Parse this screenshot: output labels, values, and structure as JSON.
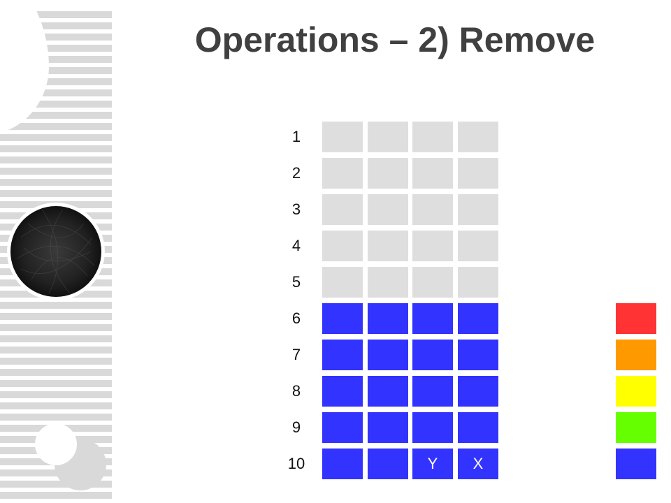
{
  "slide": {
    "title": "Operations – 2) Remove"
  },
  "colors": {
    "empty": "#dedede",
    "filled": "#3333ff",
    "stripe": "#d9d9d9",
    "title": "#404040"
  },
  "grid": {
    "rows": [
      {
        "label": "1",
        "state": "empty",
        "cells": [
          "",
          "",
          "",
          ""
        ]
      },
      {
        "label": "2",
        "state": "empty",
        "cells": [
          "",
          "",
          "",
          ""
        ]
      },
      {
        "label": "3",
        "state": "empty",
        "cells": [
          "",
          "",
          "",
          ""
        ]
      },
      {
        "label": "4",
        "state": "empty",
        "cells": [
          "",
          "",
          "",
          ""
        ]
      },
      {
        "label": "5",
        "state": "empty",
        "cells": [
          "",
          "",
          "",
          ""
        ]
      },
      {
        "label": "6",
        "state": "filled",
        "cells": [
          "",
          "",
          "",
          ""
        ]
      },
      {
        "label": "7",
        "state": "filled",
        "cells": [
          "",
          "",
          "",
          ""
        ]
      },
      {
        "label": "8",
        "state": "filled",
        "cells": [
          "",
          "",
          "",
          ""
        ]
      },
      {
        "label": "9",
        "state": "filled",
        "cells": [
          "",
          "",
          "",
          ""
        ]
      },
      {
        "label": "10",
        "state": "filled",
        "cells": [
          "",
          "",
          "Y",
          "X"
        ]
      }
    ]
  },
  "legend": {
    "swatches": [
      {
        "name": "red",
        "color": "#ff3333"
      },
      {
        "name": "orange",
        "color": "#ff9900"
      },
      {
        "name": "yellow",
        "color": "#ffff00"
      },
      {
        "name": "green",
        "color": "#66ff00"
      },
      {
        "name": "blue",
        "color": "#3333ff"
      }
    ]
  }
}
